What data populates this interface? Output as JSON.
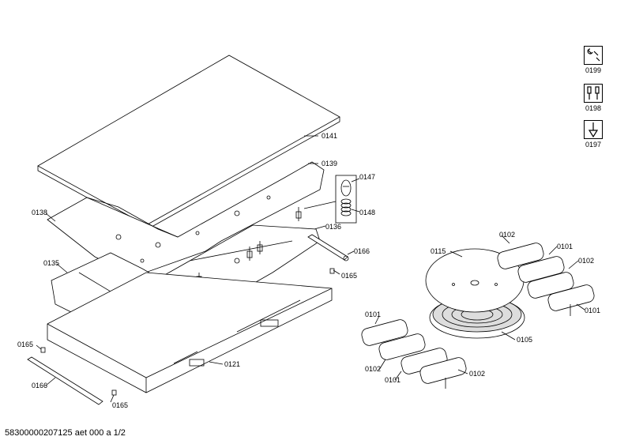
{
  "parts": {
    "p0141": "0141",
    "p0139": "0139",
    "p0147": "0147",
    "p0148": "0148",
    "p0138": "0138",
    "p0136": "0136",
    "p0166a": "0166",
    "p0135": "0135",
    "p0165a": "0165",
    "p0165b": "0165",
    "p0166b": "0166",
    "p0165c": "0165",
    "p0121": "0121",
    "p0115": "0115",
    "p0102a": "0102",
    "p0101a": "0101",
    "p0102b": "0102",
    "p0101b": "0101",
    "p0101c": "0101",
    "p0105": "0105",
    "p0102c": "0102",
    "p0101d": "0101",
    "p0102d": "0102"
  },
  "tools": [
    {
      "code": "0199",
      "icon": "wrench-icon"
    },
    {
      "code": "0198",
      "icon": "screwdrivers-icon"
    },
    {
      "code": "0197",
      "icon": "bit-icon"
    }
  ],
  "footer": "58300000207125 aet 000 a 1/2"
}
